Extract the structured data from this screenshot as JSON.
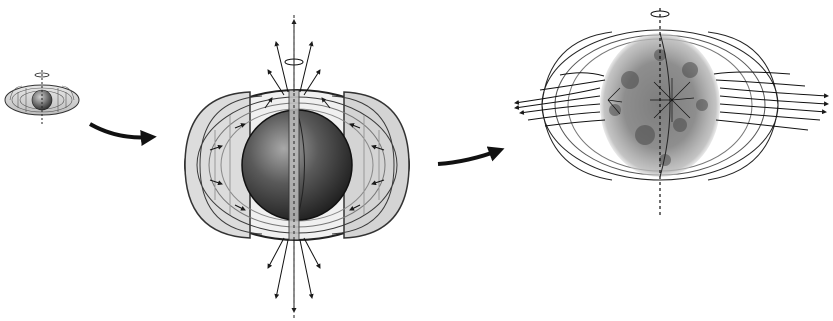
{
  "figure": {
    "panels": [
      {
        "id": "small-torus",
        "description_icon": "torus-with-sphere-icon"
      },
      {
        "id": "magnetic-dipole",
        "description_icon": "dipole-field-sphere-icon"
      },
      {
        "id": "stellar-field",
        "description_icon": "star-magnetic-field-icon"
      }
    ],
    "transitions": [
      {
        "from": "small-torus",
        "to": "magnetic-dipole",
        "icon": "curved-arrow-icon"
      },
      {
        "from": "magnetic-dipole",
        "to": "stellar-field",
        "icon": "curved-arrow-icon"
      }
    ],
    "colors": {
      "ink": "#1a1a1a",
      "sphere_dark": "#2b2b2b",
      "sphere_light": "#9a9a9a",
      "torus_shade": "#cfcfcf",
      "star_haze": "#7a7a7a"
    }
  }
}
